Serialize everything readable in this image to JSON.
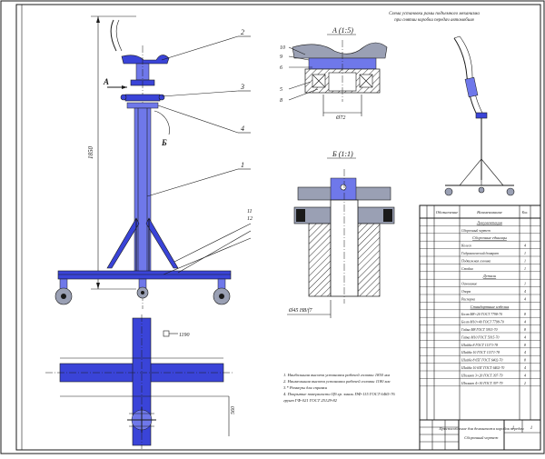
{
  "view_labels": {
    "detail_a": "А (1:5)",
    "detail_b": "Б (1:1)",
    "section_a": "А",
    "section_b": "Б"
  },
  "leaders": [
    "2",
    "3",
    "4",
    "1",
    "6",
    "5",
    "8",
    "9",
    "10",
    "11",
    "12"
  ],
  "dimensions": {
    "overall_height": "1850",
    "detail_a_width": "Ø72",
    "fit": "Ø45 H8/f7",
    "base_label": "1190",
    "side_dim": "560"
  },
  "side_view_caption": [
    "Схема установки рамы подъемного механизма",
    "при снятии коробки передач автомобиля"
  ],
  "notes": [
    "1. Наибольшая высота установки рабочей головки 1850 мм",
    "2. Наименьшая высота установки рабочей головки 1180 мм",
    "3.* Размеры для справки",
    "4. Покрытие поверхности Ц9.хр. эмаль ПФ-115 ГОСТ 6465-76",
    "   грунт ГФ-021 ГОСТ 25129-82"
  ],
  "bom": {
    "headers": [
      "Обозначение",
      "Наименование",
      "Кол."
    ],
    "sections": [
      {
        "title": "Документация",
        "rows": [
          [
            "",
            "Сборочный чертеж",
            ""
          ]
        ]
      },
      {
        "title": "Сборочные единицы",
        "rows": [
          [
            "",
            "Колесо",
            "4"
          ],
          [
            "",
            "Гидравлический домкрат",
            "1"
          ],
          [
            "",
            "Подвижная головка",
            "1"
          ],
          [
            "",
            "Стойка",
            "1"
          ]
        ]
      },
      {
        "title": "Детали",
        "rows": [
          [
            "",
            "Основание",
            "1"
          ],
          [
            "",
            "Опора",
            "4"
          ],
          [
            "",
            "Распорка",
            "4"
          ]
        ]
      },
      {
        "title": "Стандартные изделия",
        "rows": [
          [
            "",
            "Болт М8×20 ГОСТ 7798-70",
            "8"
          ],
          [
            "",
            "Болт М10×40 ГОСТ 7798-70",
            "4"
          ],
          [
            "",
            "Гайка М8 ГОСТ 5915-70",
            "8"
          ],
          [
            "",
            "Гайка М10 ГОСТ 5915-70",
            "4"
          ],
          [
            "",
            "Шайба 8 ГОСТ 11371-78",
            "8"
          ],
          [
            "",
            "Шайба 10 ГОСТ 11371-78",
            "4"
          ],
          [
            "",
            "Шайба 8 65Г ГОСТ 6402-70",
            "8"
          ],
          [
            "",
            "Шайба 10 65Г ГОСТ 6402-70",
            "4"
          ],
          [
            "",
            "Шплинт 3×20 ГОСТ 397-79",
            "4"
          ],
          [
            "",
            "Шплинт 4×30 ГОСТ 397-79",
            "2"
          ]
        ]
      }
    ]
  },
  "title_block": {
    "title": "Приспособление для демонтажа коробок передач",
    "subtitle": "Сборочный чертеж",
    "sheet": "1",
    "sheets": "1"
  },
  "colors": {
    "part": "#3a44d8",
    "part_light": "#6f78ea",
    "line": "#1a1a1a",
    "paper": "#ffffff"
  }
}
